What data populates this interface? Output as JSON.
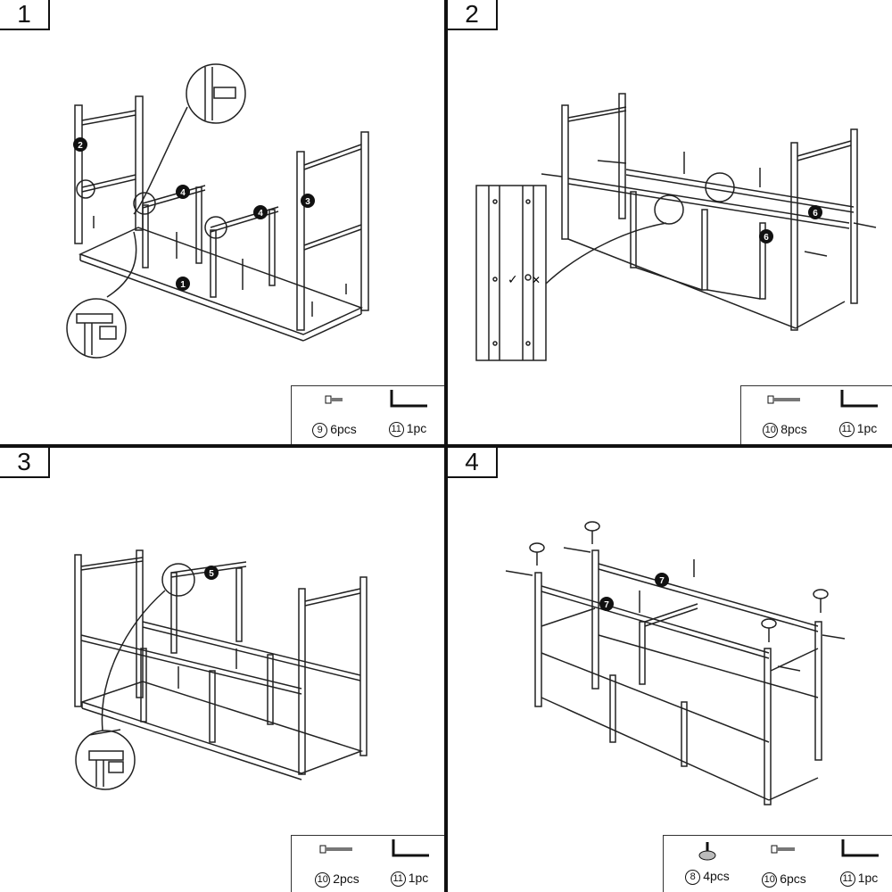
{
  "steps": [
    {
      "number": "1",
      "callouts": [
        "2",
        "4",
        "4",
        "3",
        "1"
      ],
      "parts": [
        {
          "code": "9",
          "qty": "6pcs",
          "icon": "screw-icon"
        },
        {
          "code": "11",
          "qty": "1pc",
          "icon": "allen-key-icon"
        }
      ]
    },
    {
      "number": "2",
      "callouts": [
        "6",
        "6"
      ],
      "check": "✓",
      "cross": "✕",
      "parts": [
        {
          "code": "10",
          "qty": "8pcs",
          "icon": "screw-icon"
        },
        {
          "code": "11",
          "qty": "1pc",
          "icon": "allen-key-icon"
        }
      ]
    },
    {
      "number": "3",
      "callouts": [
        "5"
      ],
      "parts": [
        {
          "code": "10",
          "qty": "2pcs",
          "icon": "screw-icon"
        },
        {
          "code": "11",
          "qty": "1pc",
          "icon": "allen-key-icon"
        }
      ]
    },
    {
      "number": "4",
      "callouts": [
        "7",
        "7"
      ],
      "parts": [
        {
          "code": "8",
          "qty": "4pcs",
          "icon": "foot-pad-icon"
        },
        {
          "code": "10",
          "qty": "6pcs",
          "icon": "screw-icon"
        },
        {
          "code": "11",
          "qty": "1pc",
          "icon": "allen-key-icon"
        }
      ]
    }
  ]
}
